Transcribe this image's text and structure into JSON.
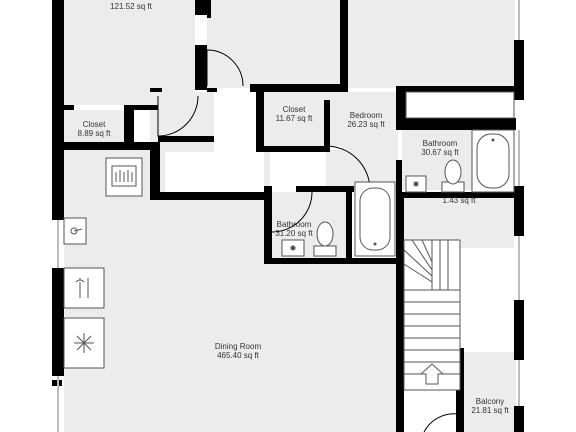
{
  "floorplan": {
    "colors": {
      "background": "#ffffff",
      "floor": "#ececec",
      "wall": "#000000",
      "fixture_stroke": "#555555",
      "window": "#bdbdbd"
    },
    "rooms": {
      "top_left_room": {
        "area": "121.52 sq ft"
      },
      "closet_left": {
        "name": "Closet",
        "area": "8.89 sq ft"
      },
      "closet_center": {
        "name": "Closet",
        "area": "11.67 sq ft"
      },
      "bedroom": {
        "name": "Bedroom",
        "area": "26.23 sq ft"
      },
      "bathroom_right": {
        "name": "Bathroom",
        "area": "30.67 sq ft"
      },
      "small_room_right": {
        "area": "1.43 sq ft"
      },
      "bathroom_center": {
        "name": "Bathroom",
        "area": "31.20 sq ft"
      },
      "dining_room": {
        "name": "Dining Room",
        "area": "465.40 sq ft"
      },
      "balcony": {
        "name": "Balcony",
        "area": "21.81 sq ft"
      }
    },
    "icons": [
      "stove-icon",
      "sink-icon",
      "washer-icon",
      "fan-icon",
      "stairs-arrow-icon"
    ]
  }
}
